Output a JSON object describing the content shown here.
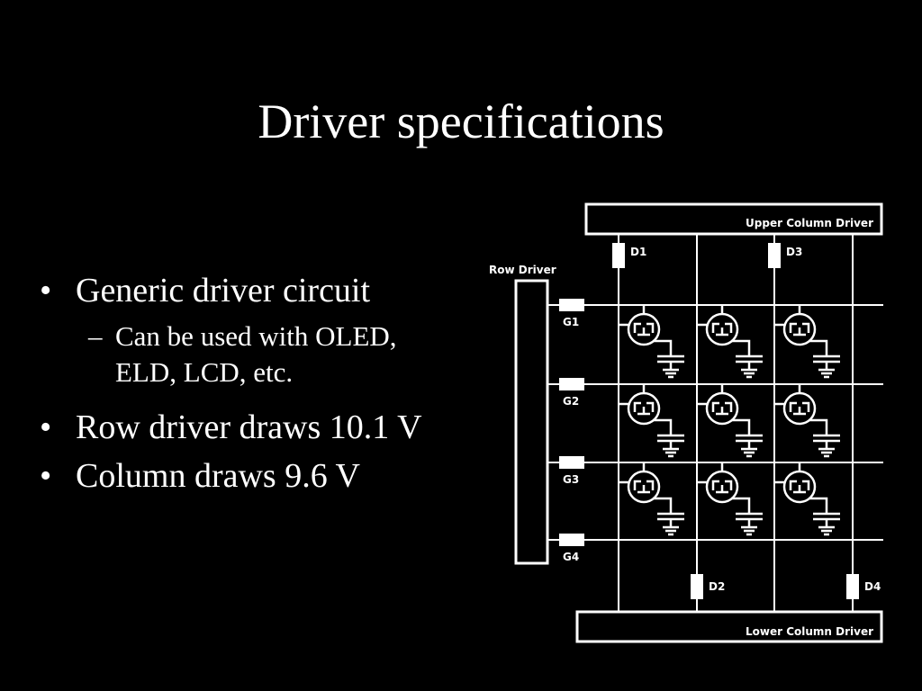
{
  "slide": {
    "title": "Driver specifications",
    "bullets": [
      {
        "text": "Generic driver circuit",
        "sub": [
          "Can be used with OLED,",
          "ELD, LCD, etc."
        ]
      },
      {
        "text": "Row driver draws 10.1 V"
      },
      {
        "text": "Column draws 9.6 V"
      }
    ],
    "bullet_marks": {
      "level1": "•",
      "level2": "–"
    }
  },
  "diagram": {
    "upper_column_driver": "Upper Column Driver",
    "lower_column_driver": "Lower Column Driver",
    "row_driver": "Row Driver",
    "gates": [
      "G1",
      "G2",
      "G3",
      "G4"
    ],
    "drains": {
      "d1": "D1",
      "d2": "D2",
      "d3": "D3",
      "d4": "D4"
    },
    "pixel_grid": {
      "rows": 3,
      "cols": 3
    }
  }
}
